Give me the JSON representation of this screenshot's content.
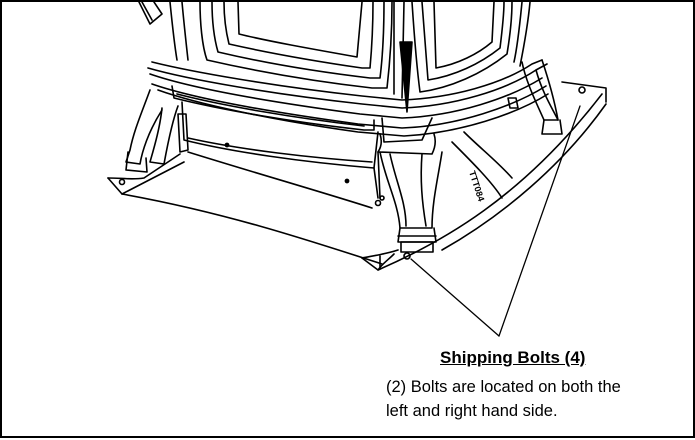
{
  "figure": {
    "caption_title": "Shipping Bolts (4)",
    "caption_line1": "(2) Bolts are located on both the",
    "caption_line2": "left and right hand side.",
    "pedestal_marking": "TTT084"
  }
}
